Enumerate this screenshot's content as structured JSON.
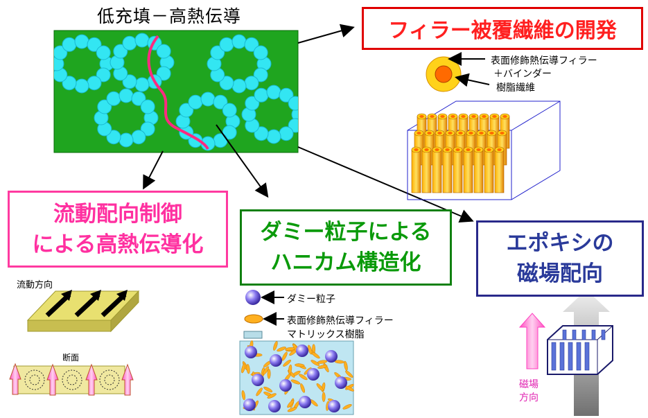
{
  "top_title": "低充填－高熱伝導",
  "fiber_box": {
    "title": "フィラー被覆繊維の開発"
  },
  "fiber_legend": {
    "filler_line1": "表面修飾熱伝導フィラー",
    "filler_line2": "＋バインダー",
    "resin": "樹脂繊維"
  },
  "flow_box": {
    "line1": "流動配向制御",
    "line2": "による高熱伝導化"
  },
  "flow_labels": {
    "direction": "流動方向",
    "section": "断面"
  },
  "dummy_box": {
    "line1": "ダミー粒子による",
    "line2": "ハニカム構造化"
  },
  "dummy_legend": {
    "particle": "ダミー粒子",
    "filler": "表面修飾熱伝導フィラー",
    "matrix": "マトリックス樹脂"
  },
  "mag_box": {
    "line1": "エポキシの",
    "line2": "磁場配向"
  },
  "mag_labels": {
    "field_line1": "磁場",
    "field_line2": "方向"
  },
  "colors": {
    "green": "#1fa51f",
    "cyan": "#33e0f0",
    "magenta": "#ff2a80",
    "orange": "#ff6a00",
    "yellow": "#ffd21a",
    "purple": "#7a6ae6"
  }
}
